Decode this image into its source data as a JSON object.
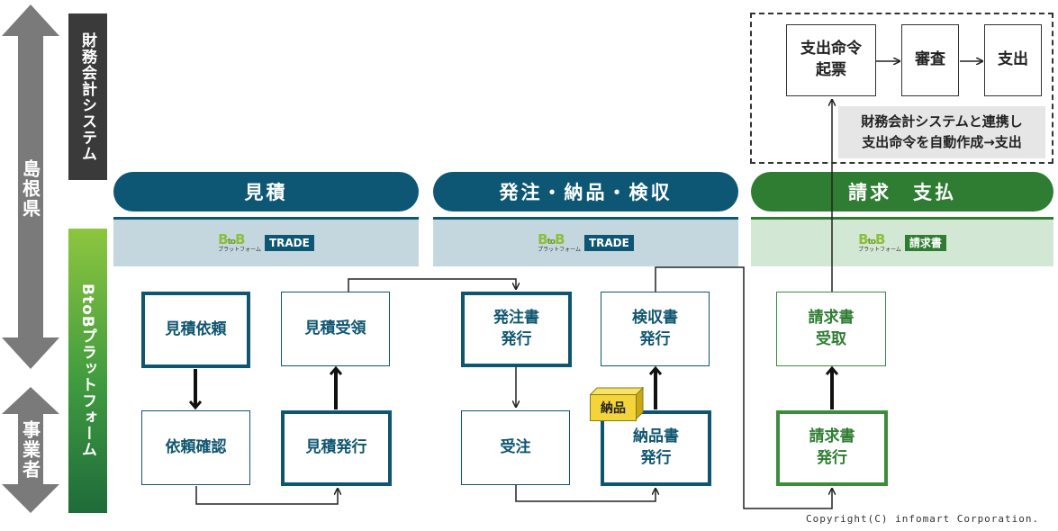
{
  "left": {
    "prefecture": "島根県",
    "vendor": "事業者",
    "accounting_system": "財務会計システム",
    "platform": "BtoBプラットフォーム"
  },
  "phases": [
    {
      "label": "見積",
      "color": "#0d5775"
    },
    {
      "label": "発注・納品・検収",
      "color": "#0d5775"
    },
    {
      "label": "請求　支払",
      "color": "#2e7d32"
    }
  ],
  "logos": [
    {
      "brand_main": "B",
      "brand_to": "to",
      "brand_end": "B",
      "brand_sub": "プラットフォーム",
      "badge": "TRADE"
    },
    {
      "brand_main": "B",
      "brand_to": "to",
      "brand_end": "B",
      "brand_sub": "プラットフォーム",
      "badge": "TRADE"
    },
    {
      "brand_main": "B",
      "brand_to": "to",
      "brand_end": "B",
      "brand_sub": "プラットフォーム",
      "badge": "請求書"
    }
  ],
  "boxes": {
    "quote_request": "見積依頼",
    "request_confirm": "依頼確認",
    "quote_issue": "見積発行",
    "quote_receive": "見積受領",
    "order_issue": "発注書\n発行",
    "order_receive": "受注",
    "inspection_issue": "検収書\n発行",
    "delivery_issue": "納品書\n発行",
    "invoice_receive": "請求書\n受取",
    "invoice_issue": "請求書\n発行",
    "payment_order": "支出命令\n起票",
    "review": "審査",
    "payment": "支出"
  },
  "package_label": "納品",
  "note": "財務会計システムと連携し\n支出命令を自動作成→支出",
  "copyright": "Copyright(C) infomart Corporation."
}
